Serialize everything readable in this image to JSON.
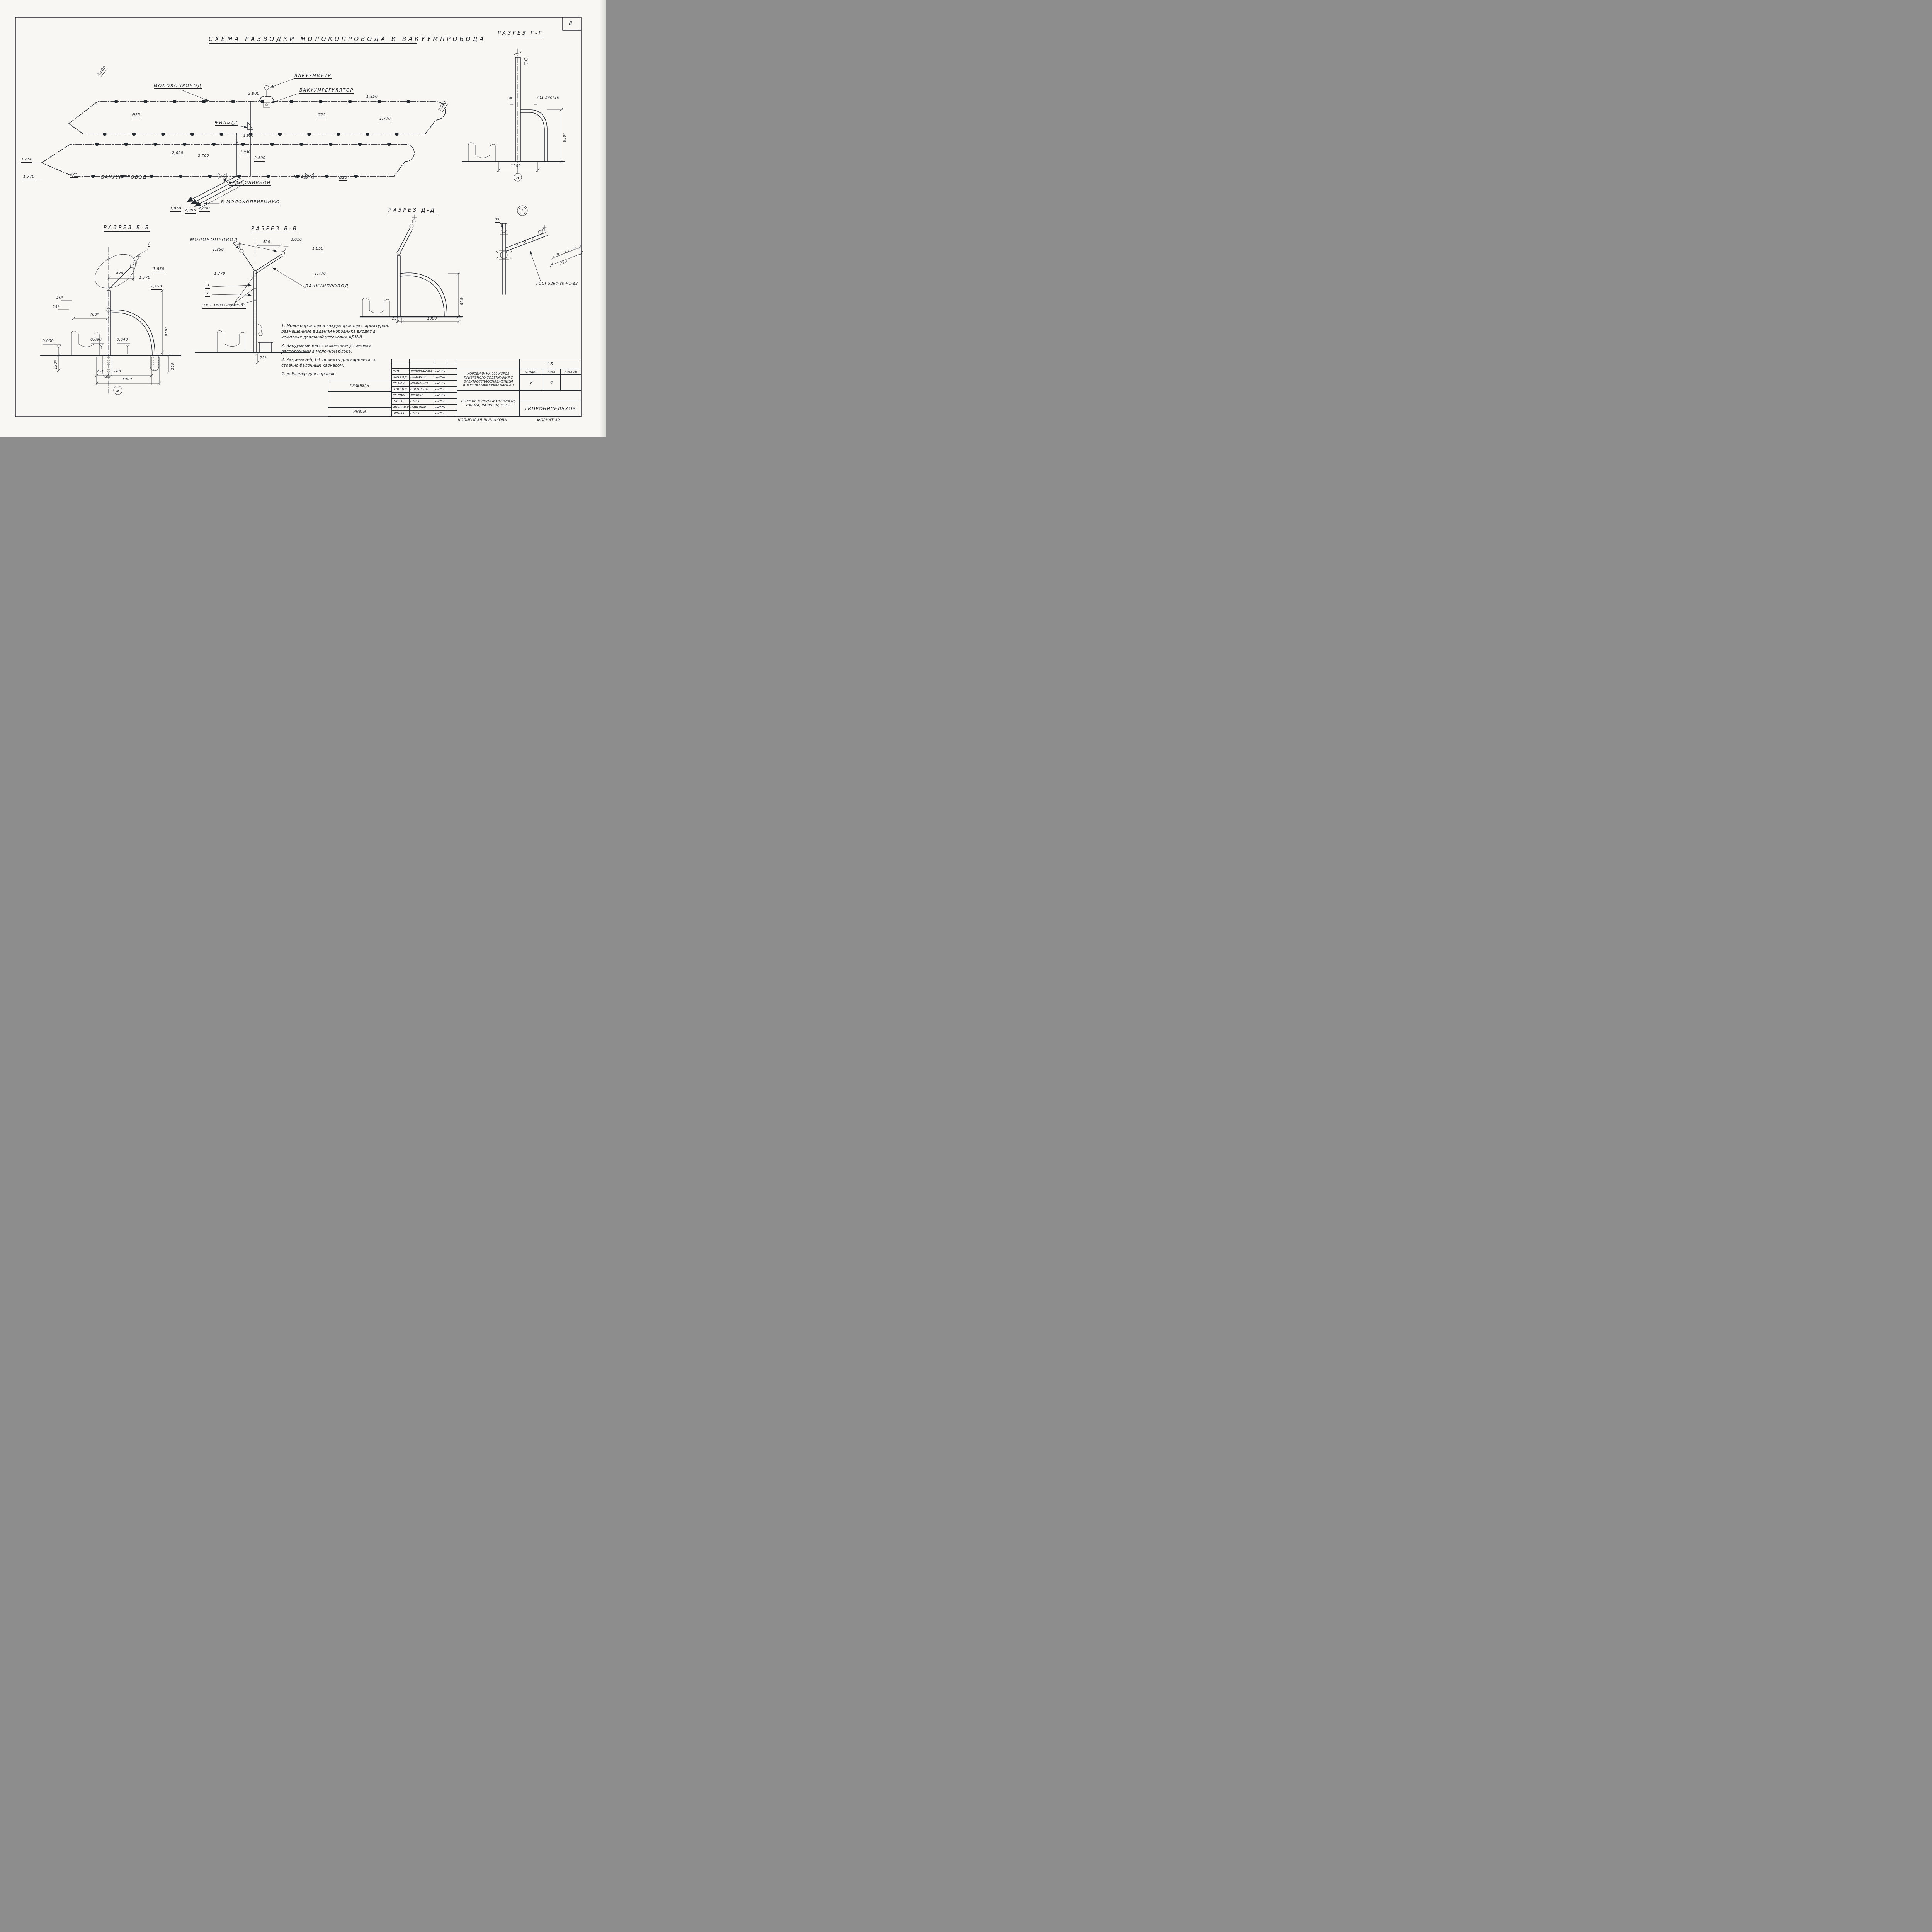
{
  "page": {
    "sheet_corner_number": "8",
    "main_title": "СХЕМА  РАЗВОДКИ  МОЛОКОПРОВОДА  И  ВАКУУМПРОВОДА"
  },
  "scheme": {
    "labels": {
      "milk_pipe": "МОЛОКОПРОВОД",
      "vacuum_gauge": "ВАКУУММЕТР",
      "vacuum_regulator": "ВАКУУМРЕГУЛЯТОР",
      "filter": "ФИЛЬТР",
      "vacuum_pipe": "ВАКУУМПРОВОД",
      "drain_valve": "КРАН СЛИВНОЙ",
      "valve": "КРАН",
      "to_milk_room": "В МОЛОКОПРИЕМНУЮ"
    },
    "dims": {
      "d2800": "2,800",
      "d1850_top": "1,850",
      "d1770_top": "1,770",
      "dia25_a": "Ø25",
      "dia25_b": "Ø25",
      "dia25_c": "Ø25",
      "dia25_d": "Ø25",
      "d2600_a": "2,600",
      "d2700": "2,700",
      "d2600_b": "2,600",
      "d1850_left": "1,850",
      "d1770_left": "1,770",
      "d1850_bot_a": "1,850",
      "d2095": "2,095",
      "d1850_bot_b": "1,850",
      "d2600_diag": "2,600",
      "d2000_diag": "2,000",
      "d1930": "1,930",
      "d1950": "1,950",
      "pos4": "4"
    }
  },
  "section_gg": {
    "title": "РАЗРЕЗ Г-Г",
    "mark_zh": "Ж",
    "mark_zh1": "Ж1 лист10",
    "dim_850": "850*",
    "dim_1000": "1000",
    "bubble": "Б"
  },
  "section_bb": {
    "title": "РАЗРЕЗ Б-Б",
    "detail_mark": "I",
    "dims": {
      "d420": "420",
      "d1850": "1,850",
      "d1770": "1,770",
      "d1450": "1,450",
      "d50": "50*",
      "d25_left": "25*",
      "d700": "700*",
      "lvl_0000": "0,000",
      "lvl_0090": "0,090",
      "lvl_0040": "0,040",
      "d850": "850*",
      "d150": "150*",
      "d25_bot": "25*",
      "d100": "100",
      "d1000": "1000",
      "d200": "200"
    },
    "bubble": "Б"
  },
  "section_vv": {
    "title": "РАЗРЕЗ В-В",
    "milk_pipe": "МОЛОКОПРОВОД",
    "vacuum_pipe": "ВАКУУМПРОВОД",
    "gost": "ГОСТ 16037-80-Н1-Δ3",
    "dims": {
      "d420": "420",
      "d2010": "2,010",
      "d1850_l": "1,850",
      "d1850_r": "1,850",
      "d1770_l": "1,770",
      "d1770_r": "1,770",
      "pos11": "11",
      "pos16": "16",
      "d25": "25*"
    }
  },
  "section_dd": {
    "title": "РАЗРЕЗ Д-Д",
    "dims": {
      "d850": "850*",
      "d25": "25*",
      "d1000": "1000"
    }
  },
  "detail_i": {
    "bubble": "I",
    "gost": "ГОСТ 5264-80-Н1-Δ3",
    "dims": {
      "d35": "35",
      "d70": "70",
      "d43": "43",
      "d15": "15",
      "d220": "220"
    }
  },
  "notes": {
    "items": [
      "1. Молокопроводы и вакуумпроводы с арматурой, размещенные в здании коровника входят в комплект доильной установки АДМ-8.",
      "2. Вакуумный насос и моечные установки расположены в молочном блоке.",
      "3. Разрезы Б-Б; Г-Г принять для варианта со стоечно-балочным каркасом.",
      "4. ж-Размер для справок"
    ]
  },
  "titleblock": {
    "attached": "ПРИВЯЗАН",
    "inv": "ИНВ. N",
    "roles": [
      {
        "role": "ГИП",
        "name": "ЛЕВЧЕНКОВА"
      },
      {
        "role": "НАЧ.ОТД.",
        "name": "ЕРМАКОВ"
      },
      {
        "role": "ГЛ.МЕХ.",
        "name": "ИВАНЕНКО"
      },
      {
        "role": "Н.КОНТР.",
        "name": "КОРОЛЕВА"
      },
      {
        "role": "ГЛ.СПЕЦ.",
        "name": "ЛЕШИН"
      },
      {
        "role": "РУК.ГР.",
        "name": "РУЛЕВ"
      },
      {
        "role": "ИНЖЕНЕР",
        "name": "НИКОЛАИ"
      },
      {
        "role": "ПРОВЕР.",
        "name": "РУЛЕВ"
      }
    ],
    "marka": "ТХ",
    "project": "КОРОВНИК НА 200 КОРОВ ПРИВЯЗНОГО СОДЕРЖАНИЯ С ЭЛЕКТРОТЕПЛОСНАБЖЕНИЕМ (СТОЕЧНО-БАЛОЧНЫЙ КАРКАС)",
    "stage_header": {
      "stage": "СТАДИЯ",
      "sheet": "ЛИСТ",
      "sheets": "ЛИСТОВ"
    },
    "stage_values": {
      "stage": "Р",
      "sheet": "4",
      "sheets": ""
    },
    "subject": "ДОЕНИЕ В МОЛОКОПРОВОД. СХЕМА, РАЗРЕЗЫ, УЗЕЛ",
    "org": "ГИПРОНИСЕЛЬХОЗ",
    "copied": "КОПИРОВАЛ ШУШАКОВА",
    "format": "ФОРМАТ А2"
  }
}
